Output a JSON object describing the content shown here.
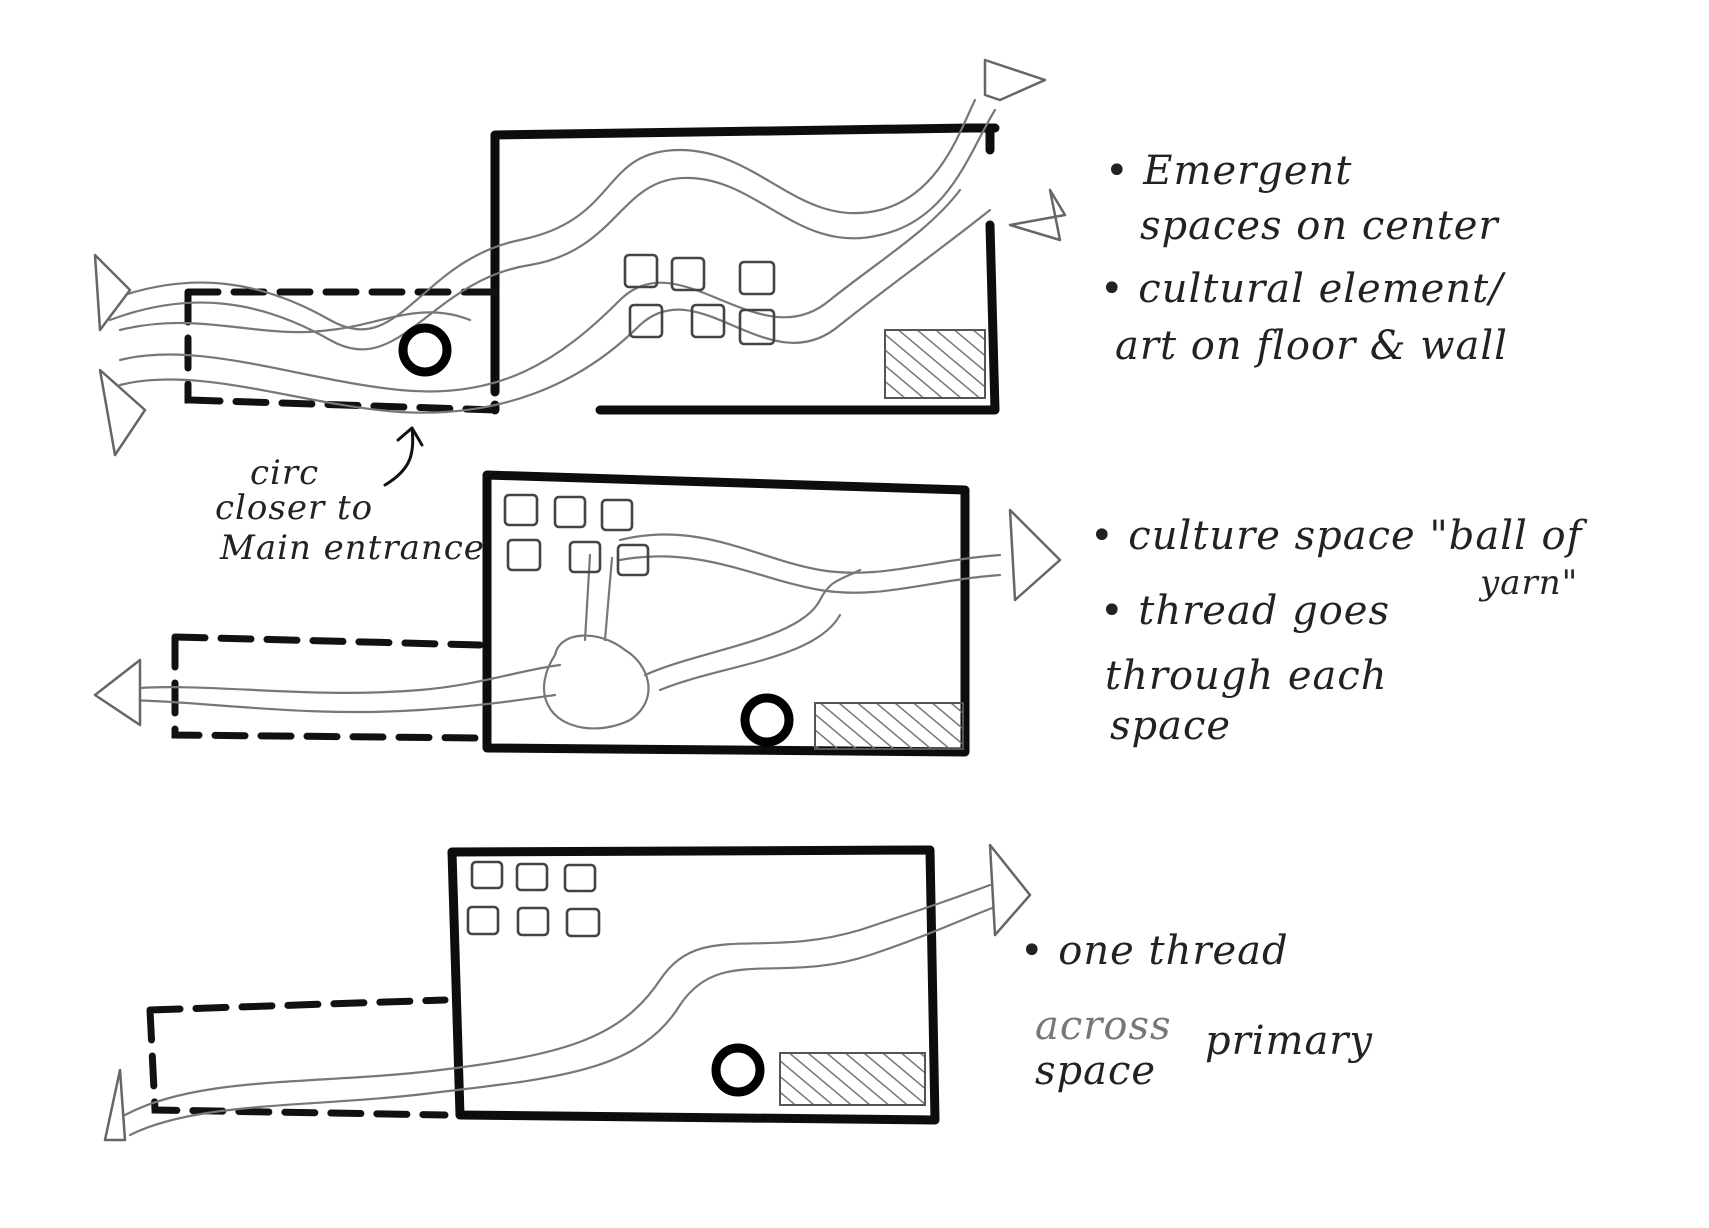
{
  "notes": {
    "plan1_line1": "• Emergent",
    "plan1_line2": "spaces on center",
    "plan1_line3": "• cultural element/",
    "plan1_line4": "art on floor & wall",
    "circ_line1": "circ",
    "circ_line2": "closer to",
    "circ_line3": "Main entrance",
    "plan2_line1": "• culture space \"ball of",
    "plan2_line2": "yarn\"",
    "plan2_line3": "• thread goes",
    "plan2_line4": "through each",
    "plan2_line5": "space",
    "plan3_line1": "• one thread",
    "plan3_line2": "across",
    "plan3_line3": "primary",
    "plan3_line4": "space"
  },
  "colors": {
    "ink": "#111111",
    "pencil": "#777777",
    "paper": "#ffffff"
  }
}
